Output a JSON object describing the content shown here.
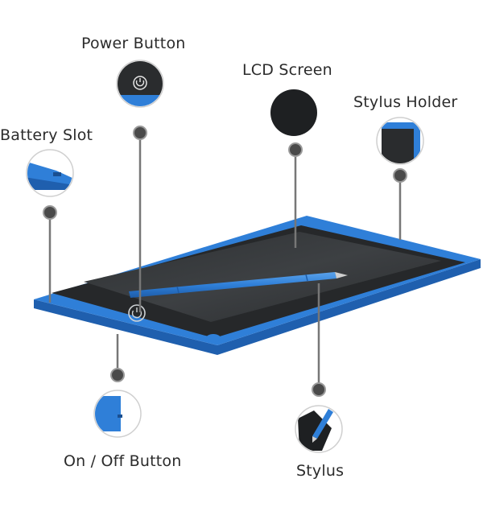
{
  "labels": {
    "power_button": "Power Button",
    "lcd_screen": "LCD Screen",
    "stylus_holder": "Stylus Holder",
    "battery_slot": "Battery Slot",
    "on_off_button": "On / Off Button",
    "stylus": "Stylus"
  },
  "colors": {
    "tablet_blue": "#2f7fd8",
    "tablet_blue_dark": "#1f5fae",
    "screen_dark": "#2a2c2e",
    "screen_mid": "#3a3d40",
    "leader_line": "#777777",
    "dot": "#4a4a4a"
  },
  "icons": [
    "power-icon"
  ]
}
